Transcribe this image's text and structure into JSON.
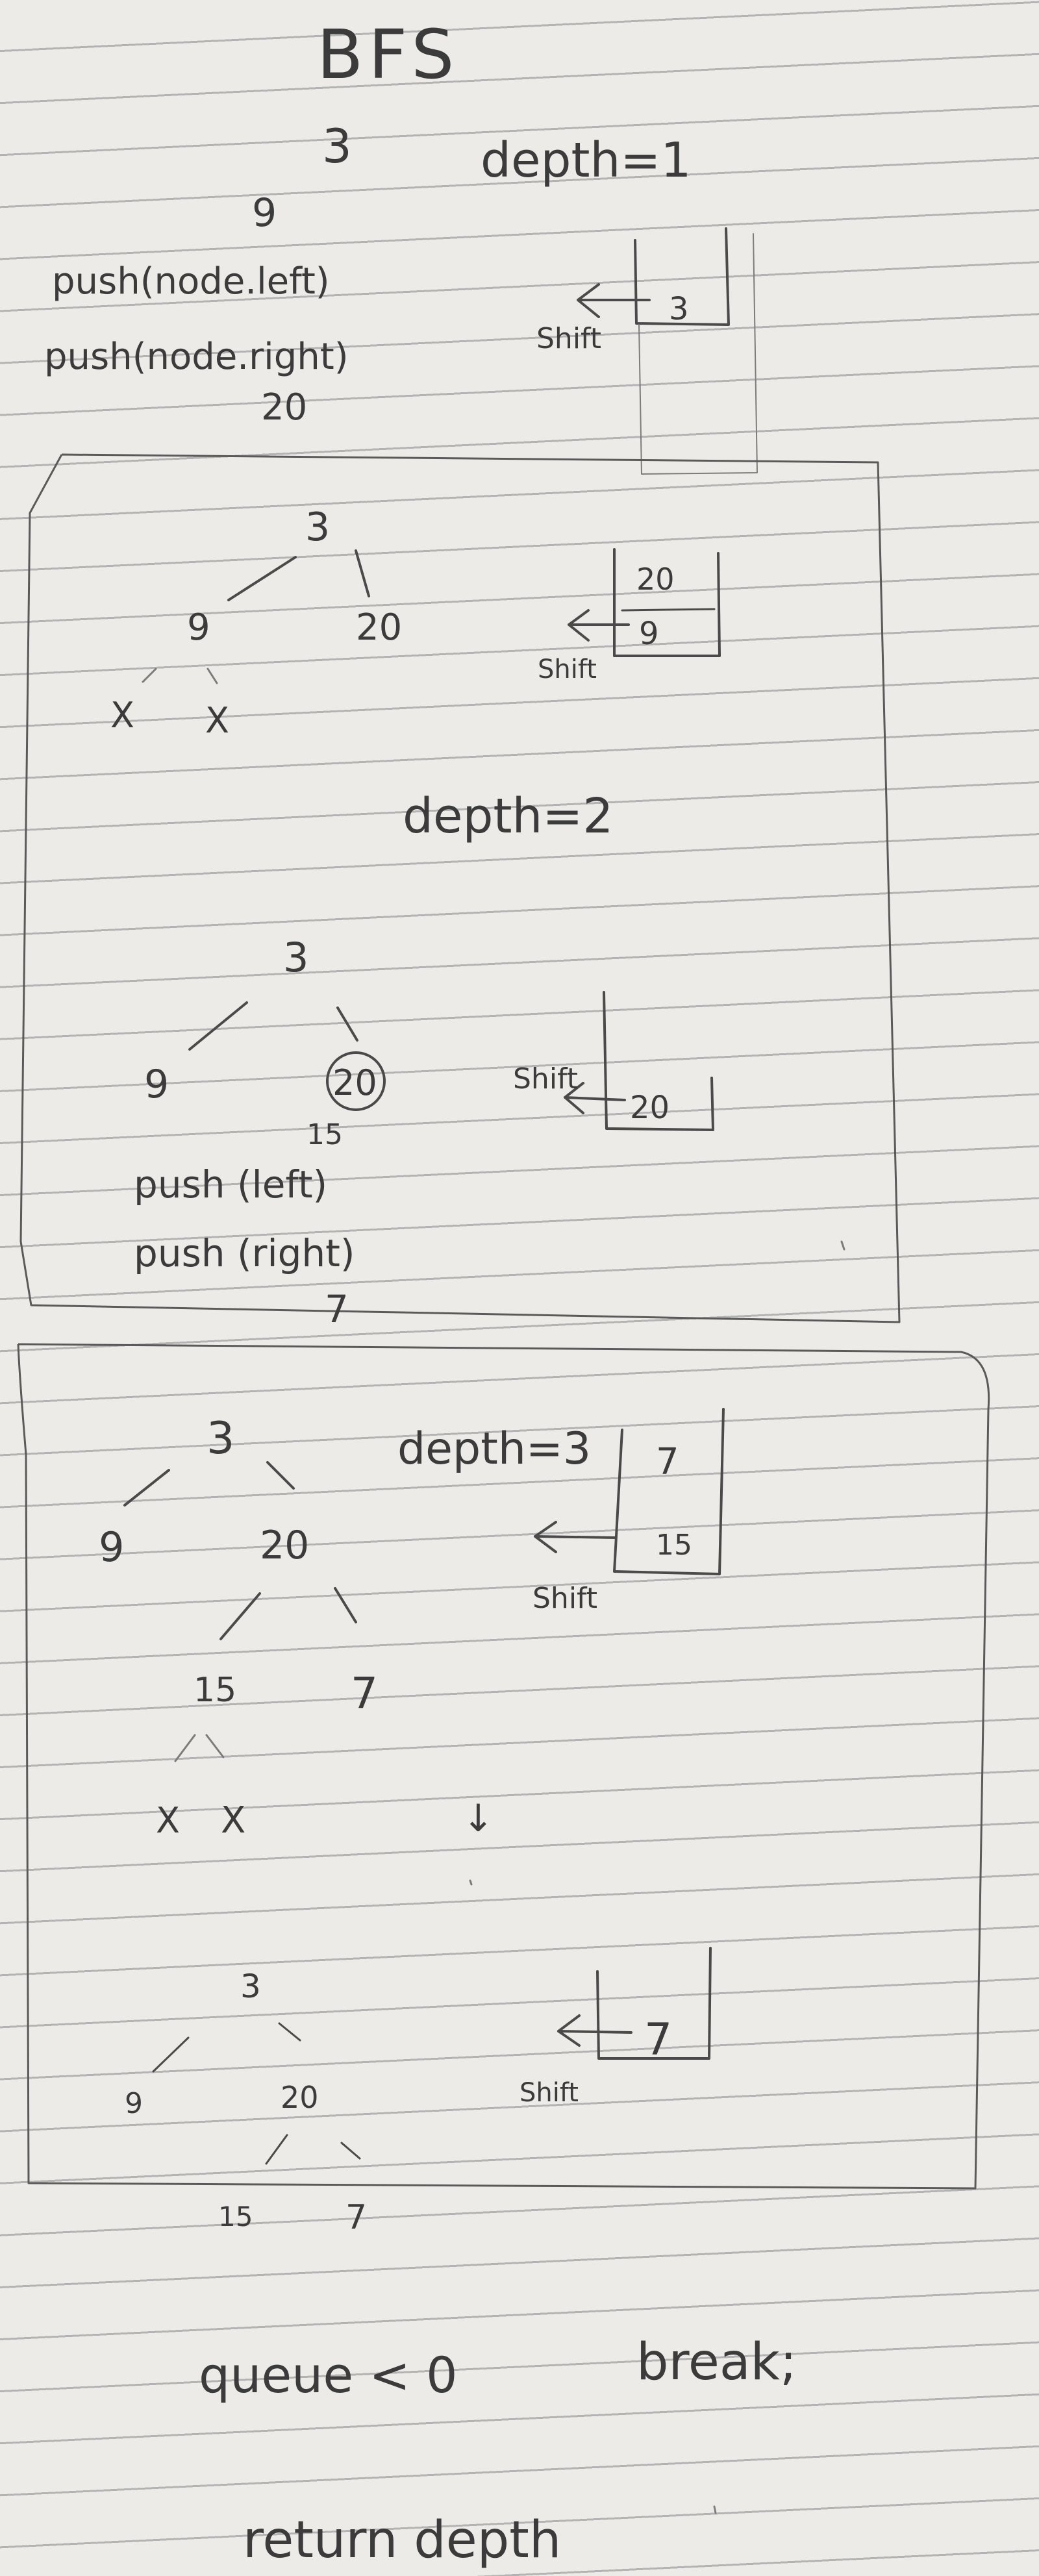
{
  "title": "BFS",
  "step1": {
    "depth_label": "depth=1",
    "tree": {
      "root": "3",
      "left": "9",
      "right": "20"
    },
    "instructions": [
      "push(node.left)",
      "push(node.right)"
    ],
    "queue": [
      "3"
    ],
    "shift_label": "Shift"
  },
  "step2": {
    "depth_label": "depth=2",
    "tree_a": {
      "root": "3",
      "left": "9",
      "right": "20",
      "null_left": "X",
      "null_right": "X"
    },
    "queue_a": [
      "20",
      "9"
    ],
    "shift_a": "Shift",
    "tree_b": {
      "root": "3",
      "left": "9",
      "right": "20",
      "below_right": "15"
    },
    "instructions": [
      "push (left)",
      "push (right)"
    ],
    "below_instructions": "7",
    "queue_b": [
      "20"
    ],
    "shift_b": "Shift"
  },
  "step3": {
    "depth_label": "depth=3",
    "tree_a": {
      "root": "3",
      "left": "9",
      "mid": "20",
      "left_leaf": "15",
      "right_leaf": "7",
      "null_left": "X",
      "null_right": "X"
    },
    "queue_a": [
      "7",
      "15"
    ],
    "shift_a": "Shift",
    "arrow_down": "↓",
    "tree_b": {
      "root": "3",
      "left": "9",
      "mid": "20",
      "left_leaf": "15",
      "right_leaf": "7"
    },
    "queue_b": [
      "7"
    ],
    "shift_b": "Shift"
  },
  "footer": {
    "condition": "queue < 0",
    "action": "break;",
    "result": "return depth"
  }
}
